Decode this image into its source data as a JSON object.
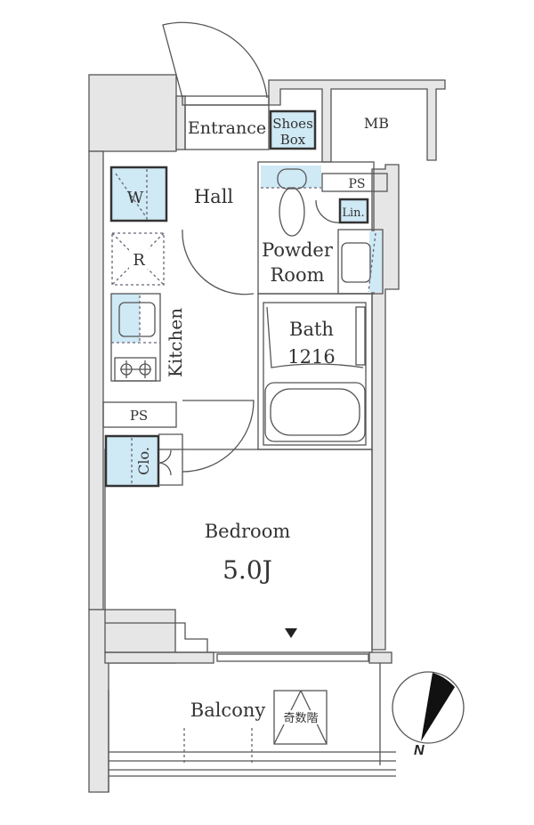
{
  "rooms": {
    "entrance": "Entrance",
    "shoes_box_line1": "Shoes",
    "shoes_box_line2": "Box",
    "mb": "MB",
    "ps_top": "PS",
    "hall": "Hall",
    "washer": "W",
    "fridge": "R",
    "linen": "Lin.",
    "powder_line1": "Powder",
    "powder_line2": "Room",
    "kitchen": "Kitchen",
    "bath_line1": "Bath",
    "bath_line2": "1216",
    "ps_left": "PS",
    "closet": "Clo.",
    "bedroom": "Bedroom",
    "bedroom_size": "5.0J",
    "balcony": "Balcony",
    "hatch": "奇数階"
  },
  "compass": {
    "label": "N"
  },
  "colors": {
    "fixture_fill": "#cfe9f5",
    "wall_fill": "#e6e6e6",
    "line": "#555555"
  }
}
